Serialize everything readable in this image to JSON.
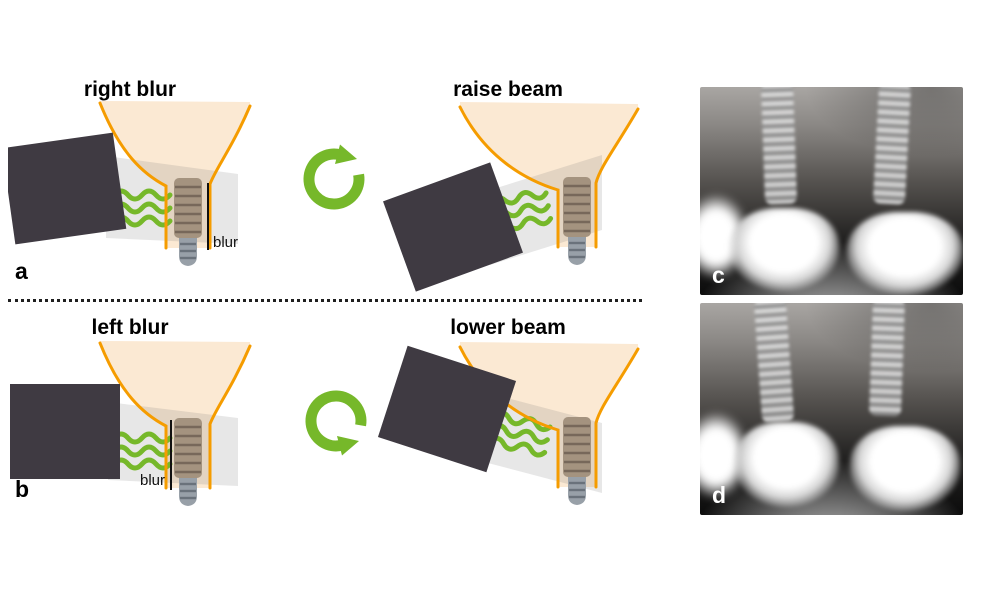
{
  "figure": {
    "colors": {
      "green": "#76b82a",
      "orange": "#f59c00",
      "tube": "#3f3a42",
      "peach": "#fbe9d3"
    },
    "panel_a": {
      "letter": "a",
      "title": "right blur",
      "blur_label": "blur"
    },
    "panel_raise": {
      "title": "raise beam"
    },
    "panel_b": {
      "letter": "b",
      "title": "left blur",
      "blur_label": "blur"
    },
    "panel_lower": {
      "title": "lower beam"
    },
    "panel_c": {
      "letter": "c"
    },
    "panel_d": {
      "letter": "d"
    }
  }
}
